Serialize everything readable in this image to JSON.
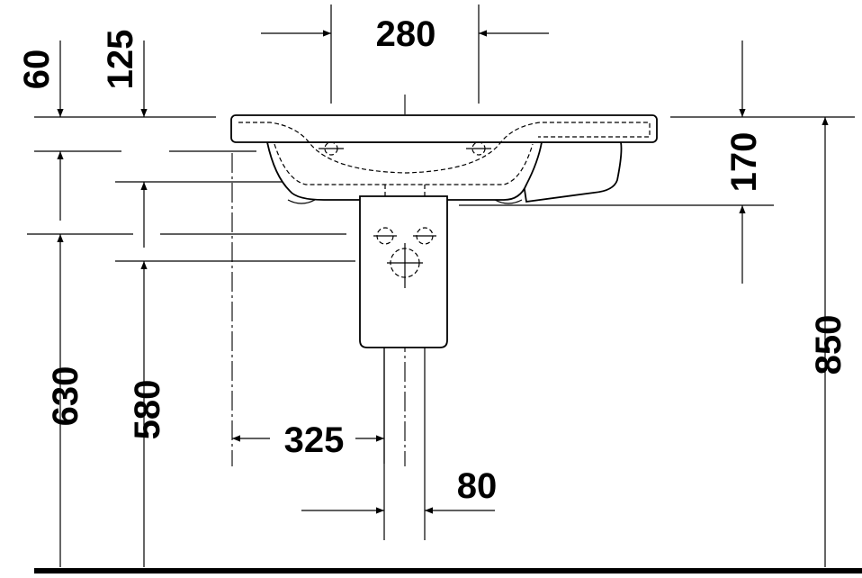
{
  "drawing": {
    "dimensions": {
      "basin_width_tap_spacing": "280",
      "rim_offset_left": "60",
      "rim_offset_inner": "125",
      "basin_depth_right": "170",
      "total_height": "850",
      "overflow_height": "630",
      "waste_height": "580",
      "waste_offset": "325",
      "pedestal_offset": "80"
    }
  }
}
